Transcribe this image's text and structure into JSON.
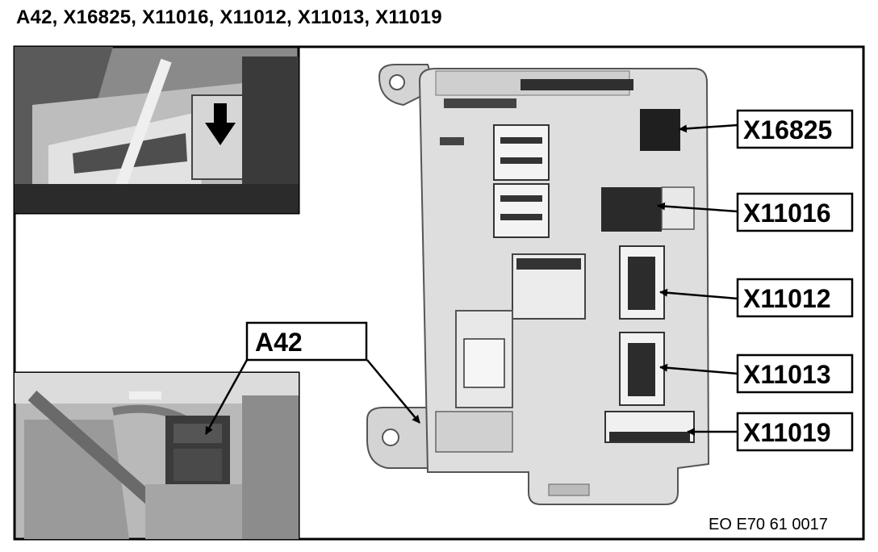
{
  "title": "A42, X16825, X11016, X11012, X11013, X11019",
  "callouts": {
    "a42": "A42",
    "x16825": "X16825",
    "x11016": "X11016",
    "x11012": "X11012",
    "x11013": "X11013",
    "x11019": "X11019"
  },
  "reference": "EO E70 61 0017"
}
